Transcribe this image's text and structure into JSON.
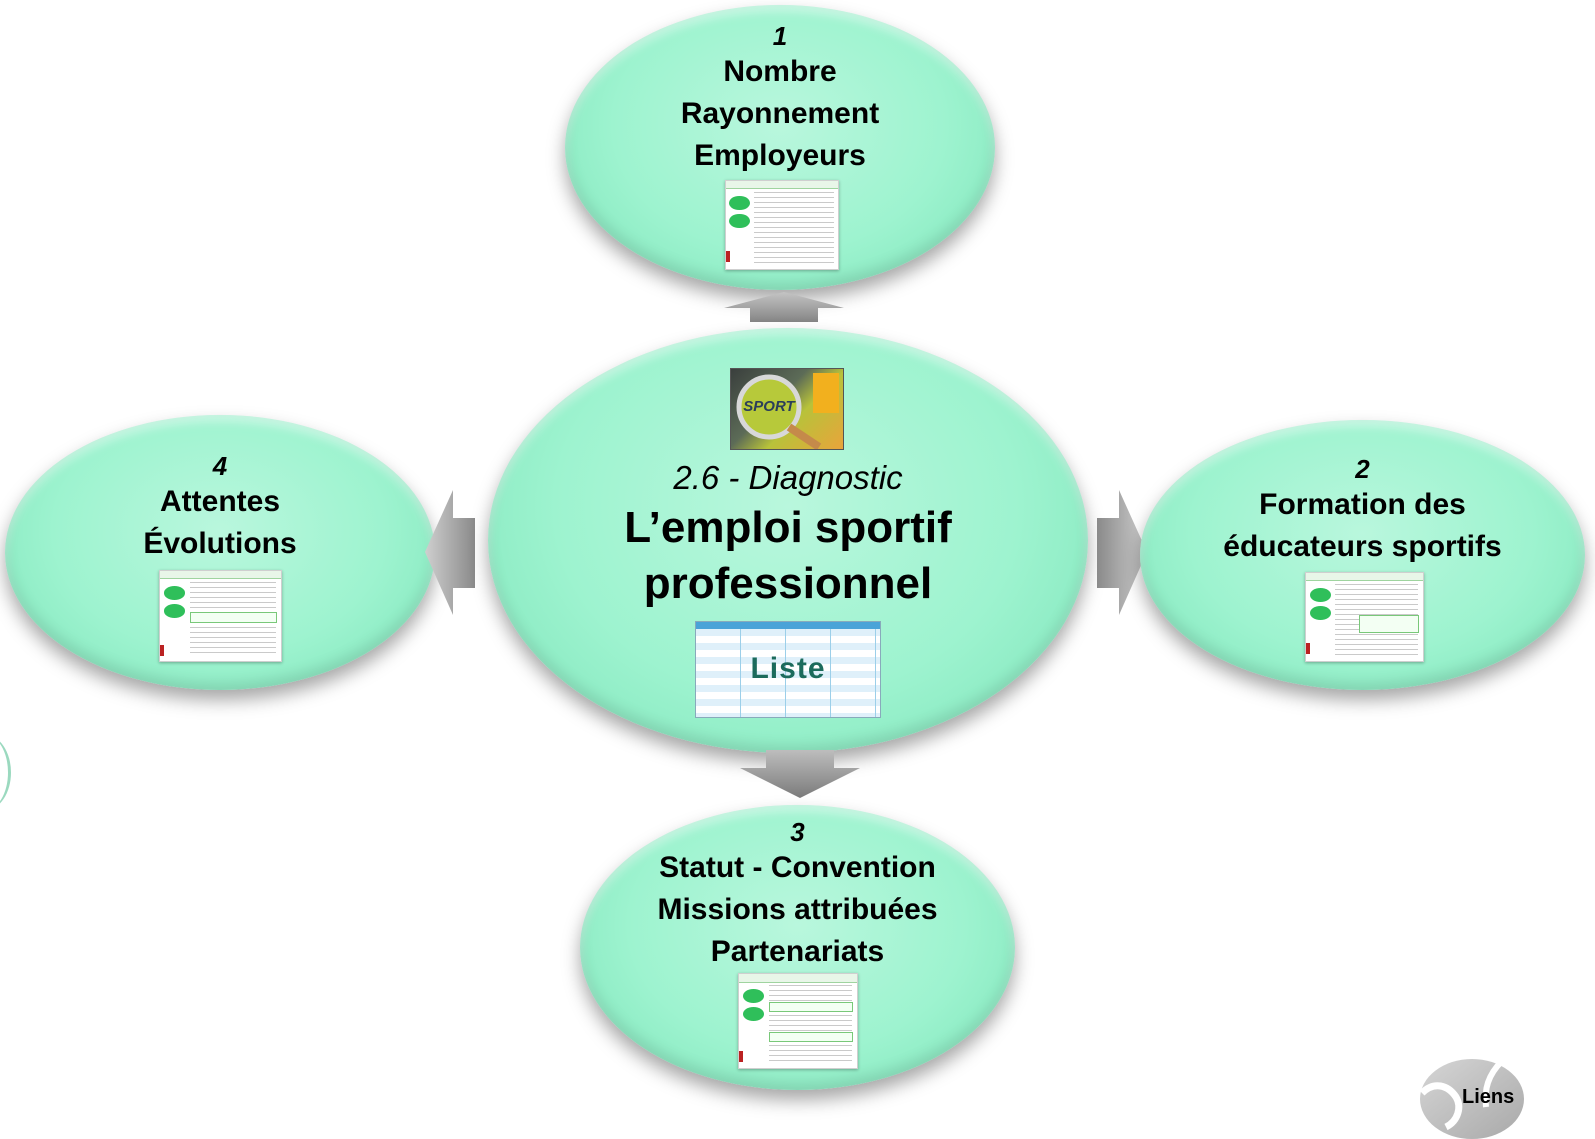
{
  "center": {
    "subtitle": "2.6 - Diagnostic",
    "title_line1": "L’emploi sportif",
    "title_line2": "professionnel",
    "image_label": "SPORT",
    "table_label": "Liste"
  },
  "nodes": [
    {
      "id": "top",
      "number": "1",
      "lines": [
        "Nombre",
        "Rayonnement",
        "Employeurs"
      ]
    },
    {
      "id": "right",
      "number": "2",
      "lines": [
        "Formation des",
        "éducateurs sportifs"
      ]
    },
    {
      "id": "bottom",
      "number": "3",
      "lines": [
        "Statut - Convention",
        "Missions attribuées",
        "Partenariats"
      ]
    },
    {
      "id": "left",
      "number": "4",
      "lines": [
        "Attentes",
        "Évolutions"
      ]
    }
  ],
  "footer": {
    "links_label": "Liens"
  },
  "colors": {
    "ellipse_fill": "#9df3cf",
    "arrow": "#9a9a9a"
  }
}
